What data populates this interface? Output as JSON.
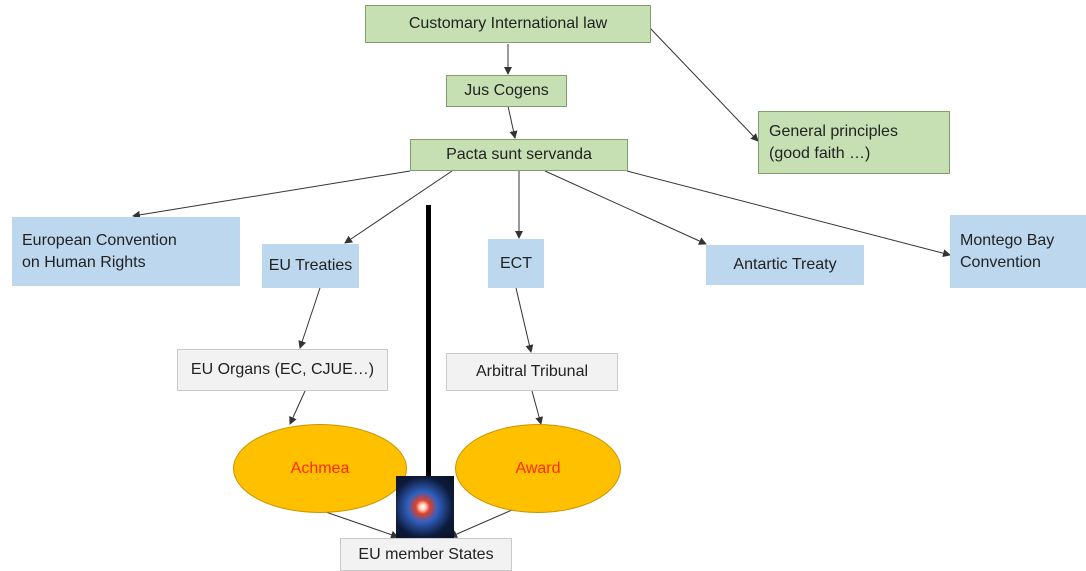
{
  "nodes": {
    "customary": "Customary International law",
    "jus_cogens": "Jus Cogens",
    "pacta": "Pacta sunt servanda",
    "general_principles": "General principles\n(good faith …)",
    "echr": "European Convention\non Human Rights",
    "eu_treaties": "EU Treaties",
    "ect": "ECT",
    "antartic": "Antartic Treaty",
    "montego": "Montego Bay\nConvention",
    "eu_organs": "EU Organs (EC, CJUE…)",
    "arbitral": "Arbitral Tribunal",
    "achmea": "Achmea",
    "award": "Award",
    "member_states": "EU member States"
  },
  "colors": {
    "green_box": "#c6e0b4",
    "blue_box": "#bdd7ee",
    "gray_box": "#f2f2f2",
    "ellipse_fill": "#ffc000",
    "ellipse_text": "#ff2a00",
    "arrow": "#333333"
  }
}
